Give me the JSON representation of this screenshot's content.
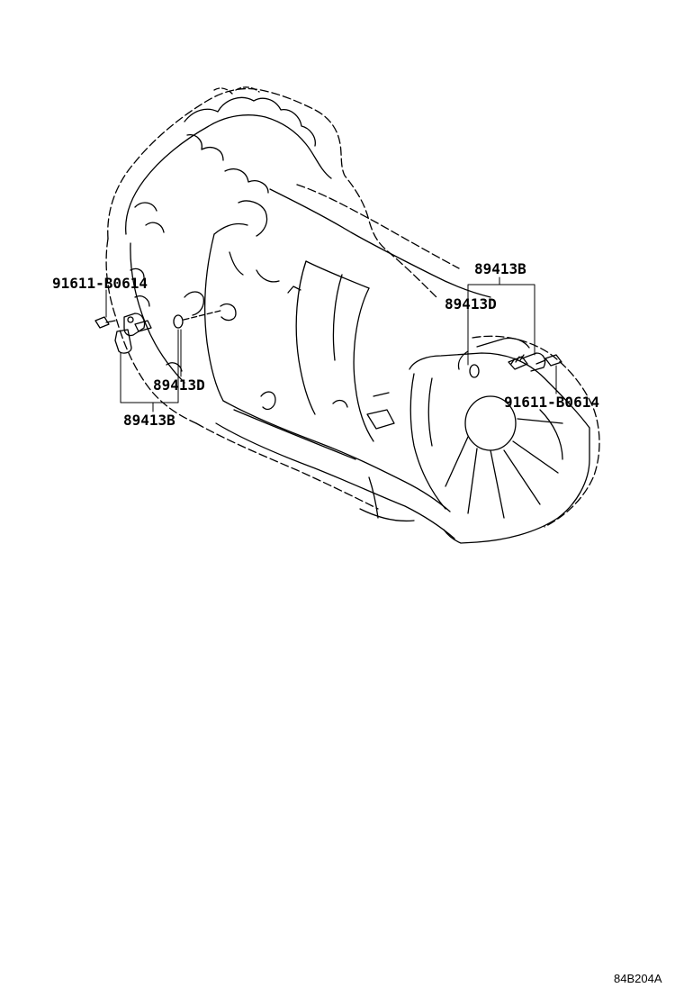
{
  "callouts": {
    "bolt_left": "91611-B0614",
    "sensor_left": "89413B",
    "oring_left": "89413D",
    "sensor_right": "89413B",
    "oring_right": "89413D",
    "bolt_right": "91611-B0614"
  },
  "diagram_code": "84B204A",
  "colors": {
    "line": "#000000",
    "background": "#ffffff"
  },
  "icons": {
    "transmission": "transmission-case-outline",
    "sensor": "speed-sensor-icon",
    "bolt": "bolt-icon",
    "oring": "o-ring-icon"
  }
}
